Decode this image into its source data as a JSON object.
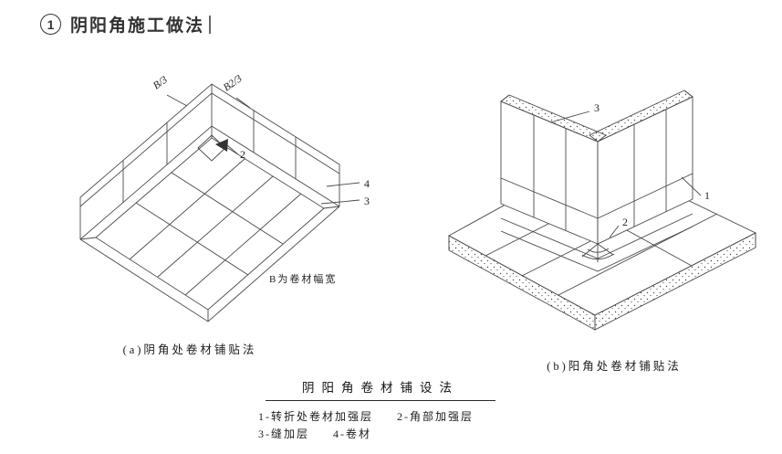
{
  "page": {
    "title_number": "1",
    "title": "阴阳角施工做法"
  },
  "colors": {
    "ink": "#4a4a4a",
    "text": "#222222"
  },
  "diagram_a": {
    "caption": "(a)阴角处卷材铺贴法",
    "note": "B为卷材幅宽",
    "labels": {
      "dim1": "B/3",
      "dim2": "B2/3",
      "callout2": "2",
      "callout4": "4",
      "callout3": "3"
    }
  },
  "diagram_b": {
    "caption": "(b)阳角处卷材铺贴法",
    "labels": {
      "callout3": "3",
      "callout1": "1",
      "callout2": "2"
    }
  },
  "legend": {
    "title": "阴阳角卷材铺设法",
    "items": [
      {
        "label": "1-转折处卷材加强层"
      },
      {
        "label": "2-角部加强层"
      },
      {
        "label": "3-缝加层"
      },
      {
        "label": "4-卷材"
      }
    ]
  }
}
